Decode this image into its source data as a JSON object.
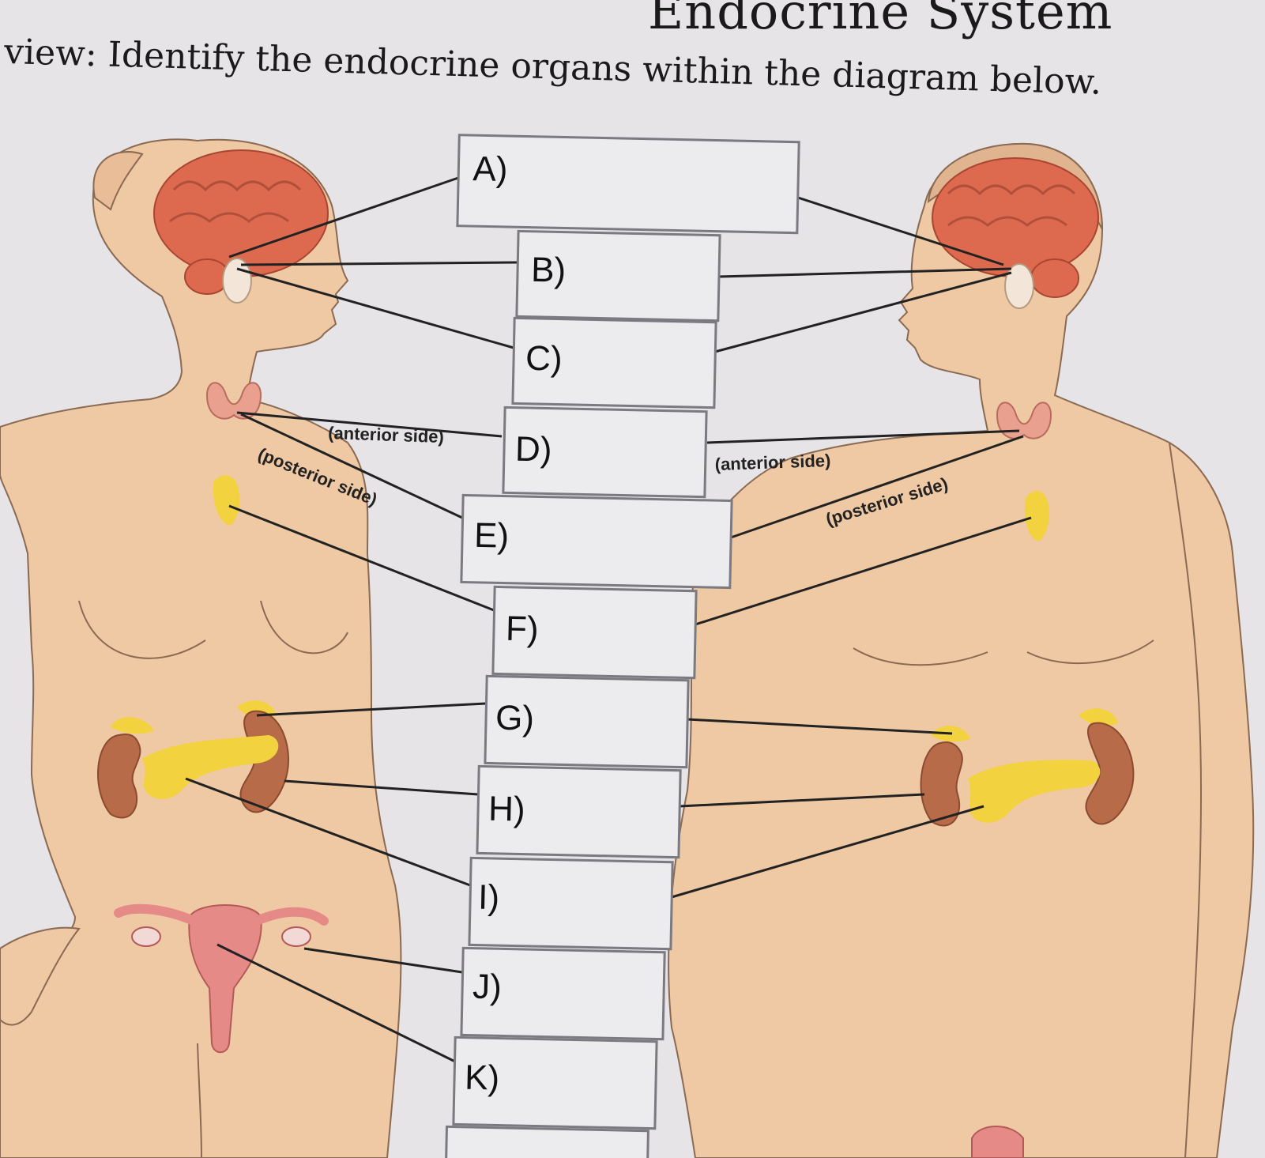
{
  "header": {
    "title_fragment": "Endocrine System",
    "instruction": "view: Identify the endocrine organs within the diagram below."
  },
  "labels": {
    "A": "A)",
    "B": "B)",
    "C": "C)",
    "D": "D)",
    "E": "E)",
    "F": "F)",
    "G": "G)",
    "H": "H)",
    "I": "I)",
    "J": "J)",
    "K": "K)"
  },
  "side_labels": {
    "left_anterior": "(anterior side)",
    "left_posterior": "(posterior side)",
    "right_anterior": "(anterior side)",
    "right_posterior": "(posterior side)"
  },
  "colors": {
    "skin": "#efc9a4",
    "skin_outline": "#8a6a52",
    "brain": "#dd6a4f",
    "thyroid": "#e9a08f",
    "gland_yellow": "#f2d23e",
    "kidney": "#b86b48",
    "uterus": "#e58a86",
    "answer_box": "#ececef"
  }
}
